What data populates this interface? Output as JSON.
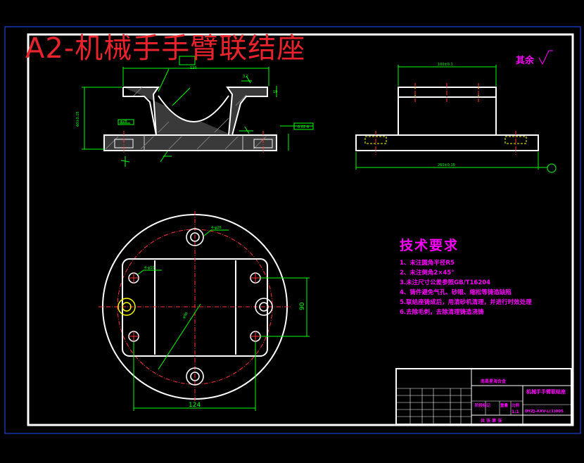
{
  "drawing": {
    "title": "A2-机械手手臂联结座",
    "other_surfaces": "其余"
  },
  "technical_requirements": {
    "title": "技术要求",
    "items": [
      "1、未注圆角半径R5",
      "2、未注倒角2×45°",
      "3.未注尺寸公差参照GB/T16204",
      "4、铸件避免气孔、砂眼、缩松等铸造缺陷",
      "5.联结座铸成后，用清砂机清理，并进行时效处理",
      "6.去除毛刺，去除清理铸造浇铸"
    ]
  },
  "dimensions": {
    "bottom_width": "124",
    "right_height": "90"
  },
  "title_block": {
    "company": "南昌星海合金",
    "part_name": "机械手手臂联结座",
    "drawing_no": "DYZJ-AXV-L(1)005",
    "scale": "1:1",
    "stage_mark": "阶段标记",
    "weight": "重量",
    "ratio_label": "比例",
    "sheets": "共  张  第  张"
  }
}
